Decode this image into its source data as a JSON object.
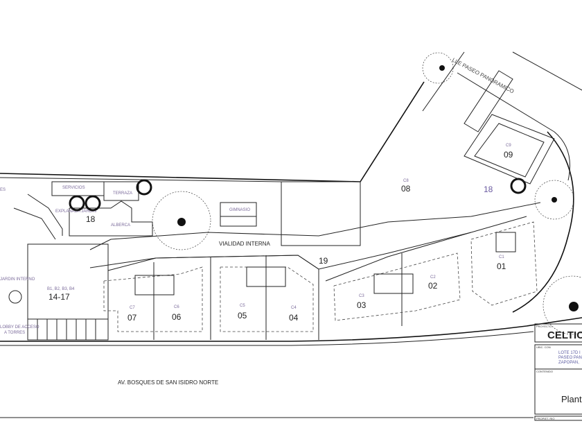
{
  "plan": {
    "areas": {
      "es": "ES",
      "servicios": "SERVICIOS",
      "terraza": "TERRAZA",
      "explanada": "EXPLANADA JARDIN",
      "alberca": "ALBERCA",
      "gimnasio": "GIMNASIO",
      "jardin_interno": "JARDIN INTERNO",
      "lobby_1": "LOBBY DE ACCESO",
      "lobby_2": "A TORRES",
      "b_label": "B1, B2, B3, B4"
    },
    "numbers": {
      "n18a": "18",
      "n14_17": "14-17",
      "n19": "19",
      "n18b": "18"
    },
    "lots": [
      {
        "code": "C7",
        "num": "07"
      },
      {
        "code": "C6",
        "num": "06"
      },
      {
        "code": "C5",
        "num": "05"
      },
      {
        "code": "C4",
        "num": "04"
      },
      {
        "code": "C3",
        "num": "03"
      },
      {
        "code": "C2",
        "num": "02"
      },
      {
        "code": "C1",
        "num": "01"
      },
      {
        "code": "C8",
        "num": "08"
      },
      {
        "code": "C9",
        "num": "09"
      }
    ],
    "roads": {
      "internal": "VIALIDAD INTERNA",
      "avenue": "AV. BOSQUES DE SAN ISIDRO NORTE",
      "paseo": "LLE PASEO PANORAMICO"
    }
  },
  "title_block": {
    "project_label": "PROYECTO",
    "project_name": "CELTICA",
    "location_label": "UBIC. CON",
    "address_1": "LOTE 17D I",
    "address_2": "PASEO PAN",
    "address_3": "ZAPOPAN,",
    "content_label": "CONTENIDO",
    "content": "Plant",
    "owner_label": "PROPIET. RIO"
  }
}
